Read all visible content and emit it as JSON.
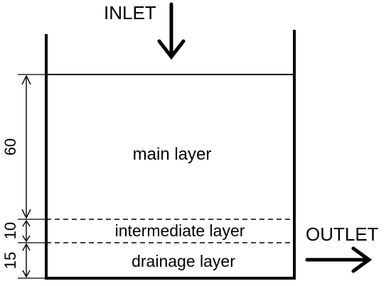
{
  "labels": {
    "inlet": "INLET",
    "outlet": "OUTLET",
    "main_layer": "main layer",
    "intermediate_layer": "intermediate layer",
    "drainage_layer": "drainage layer"
  },
  "dimensions": {
    "main": "60",
    "intermediate": "10",
    "drainage": "15"
  },
  "colors": {
    "stroke": "#000000",
    "background": "#ffffff"
  }
}
